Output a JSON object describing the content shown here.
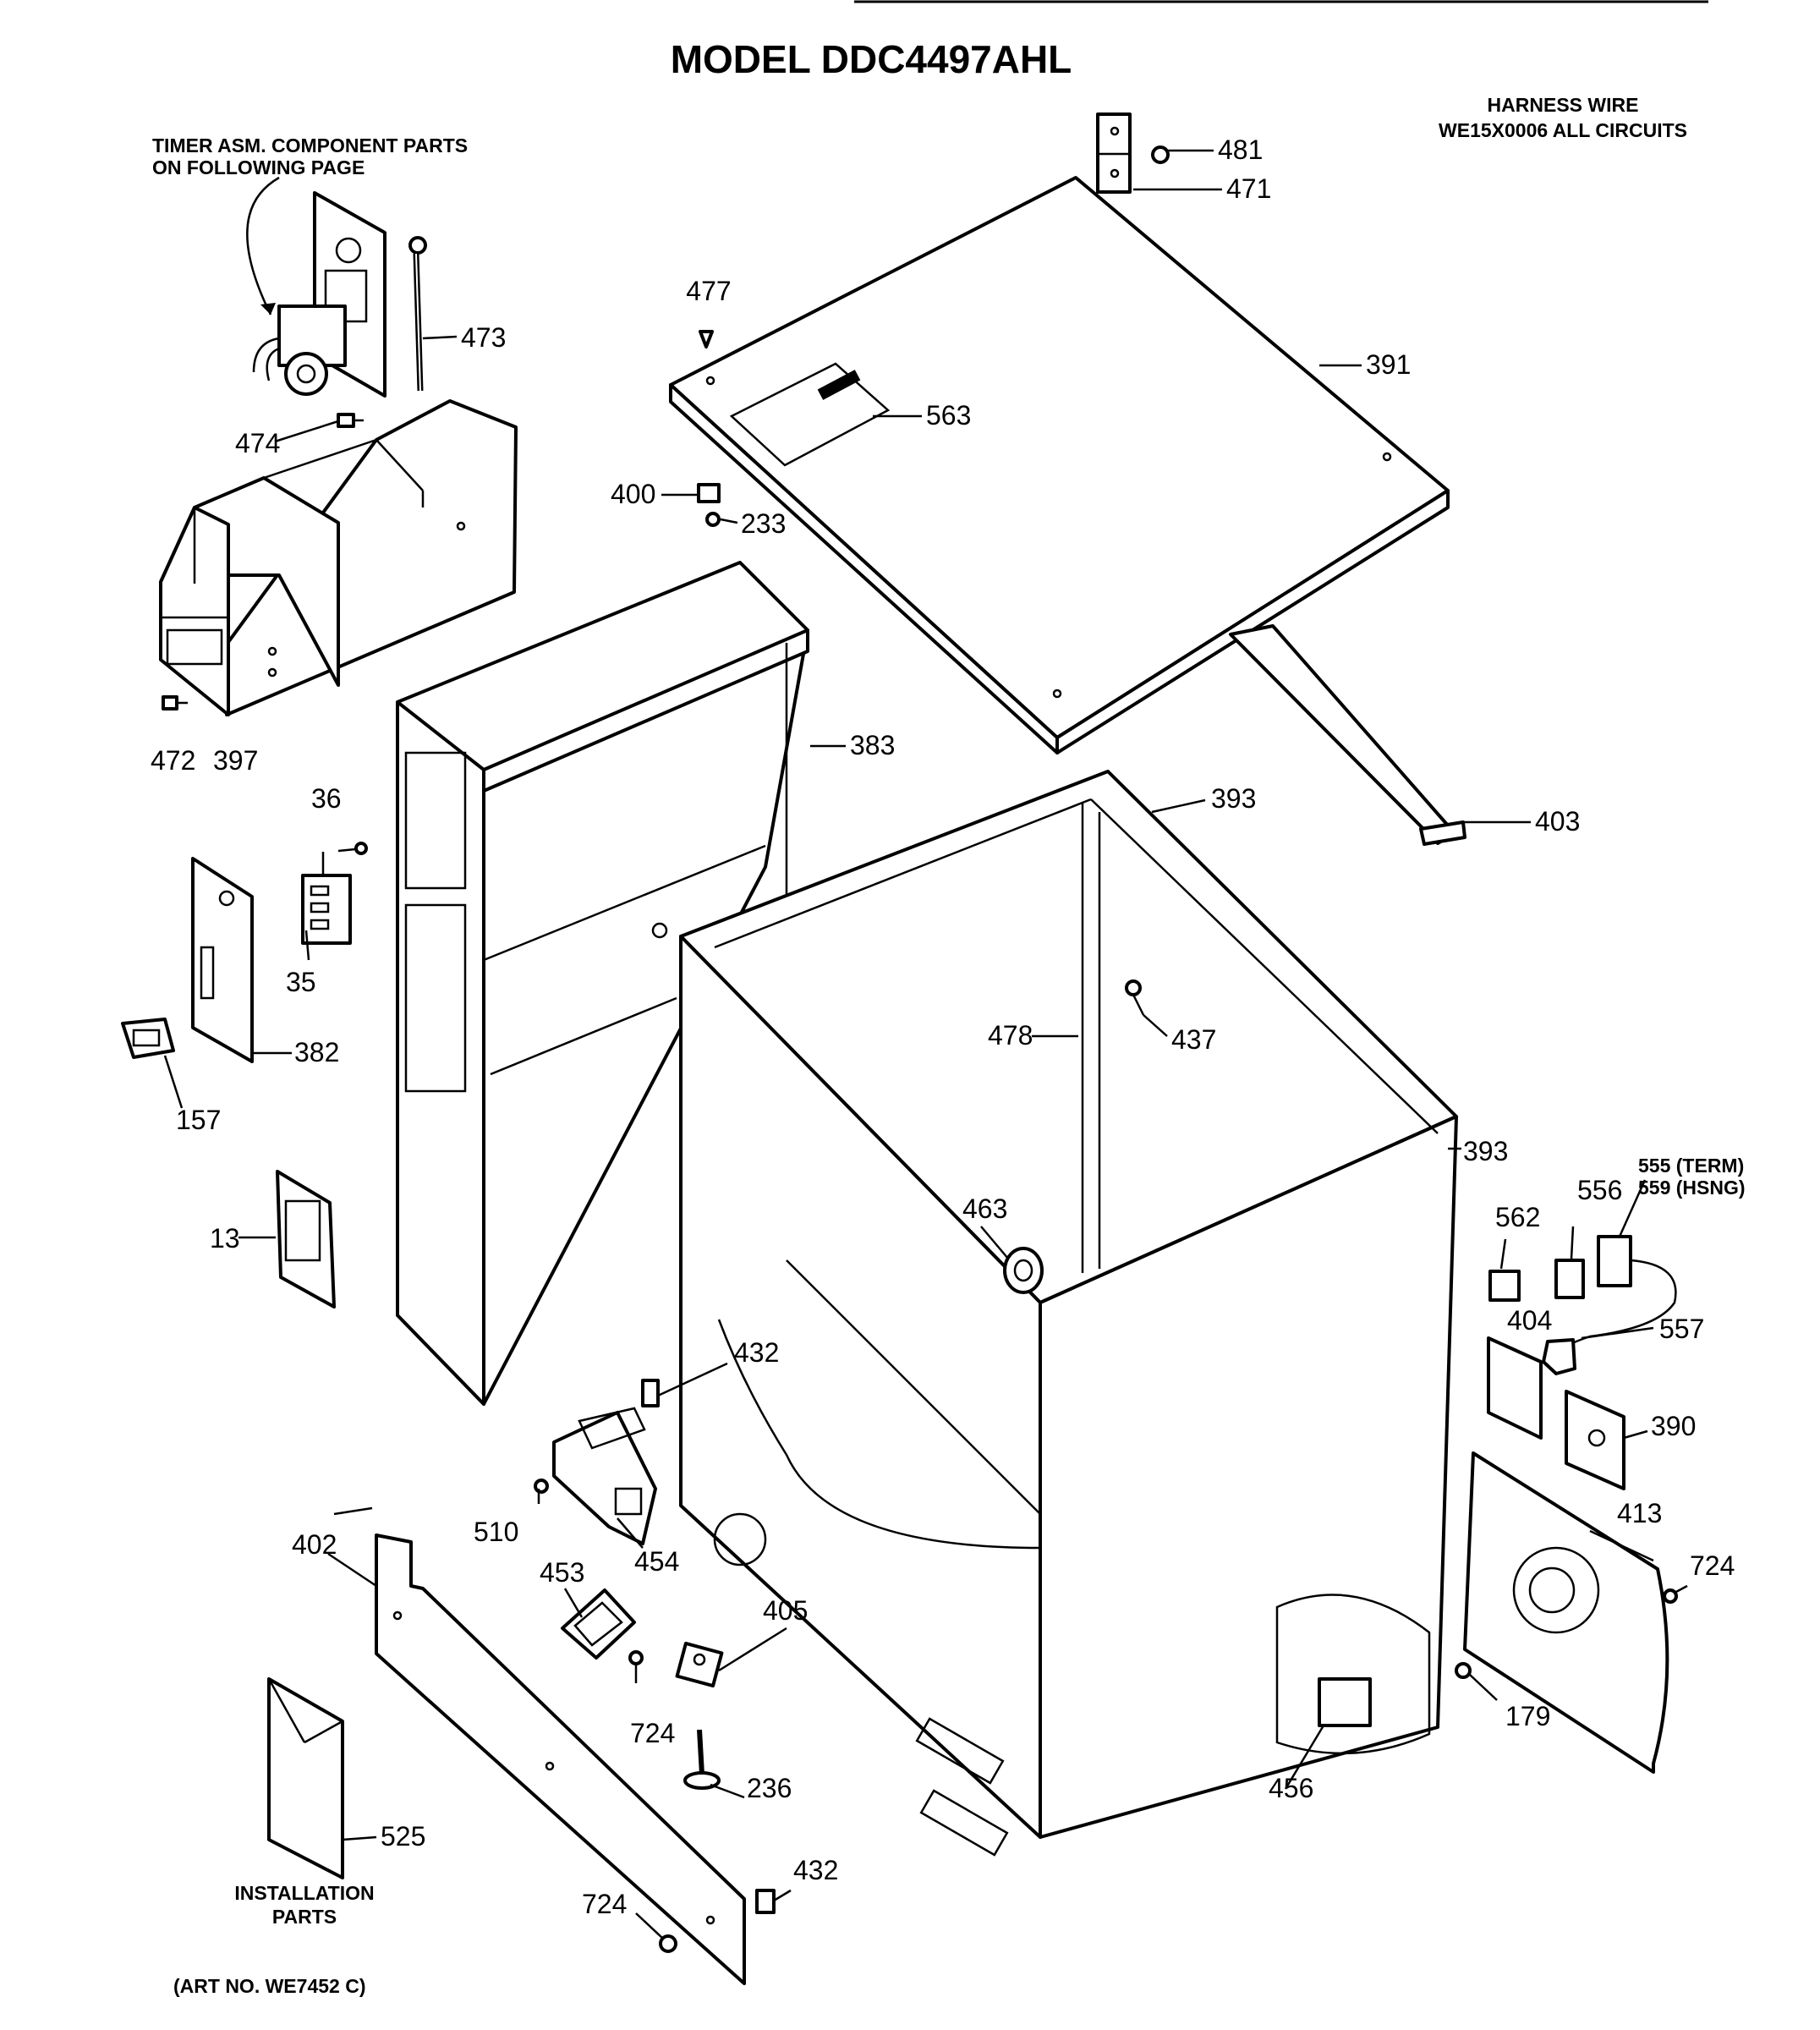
{
  "title": "MODEL DDC4497AHL",
  "notes": {
    "timer": [
      "TIMER ASM. COMPONENT PARTS",
      "ON FOLLOWING PAGE"
    ],
    "harness": [
      "HARNESS WIRE",
      "WE15X0006 ALL CIRCUITS"
    ],
    "installation": [
      "INSTALLATION",
      "PARTS"
    ],
    "art_no": "(ART NO. WE7452 C)"
  },
  "callouts": [
    {
      "id": "c481",
      "label": "481"
    },
    {
      "id": "c471",
      "label": "471"
    },
    {
      "id": "c473",
      "label": "473"
    },
    {
      "id": "c474",
      "label": "474"
    },
    {
      "id": "c477",
      "label": "477"
    },
    {
      "id": "c391",
      "label": "391"
    },
    {
      "id": "c563",
      "label": "563"
    },
    {
      "id": "c400",
      "label": "400"
    },
    {
      "id": "c233",
      "label": "233"
    },
    {
      "id": "c472",
      "label": "472"
    },
    {
      "id": "c397",
      "label": "397"
    },
    {
      "id": "c383",
      "label": "383"
    },
    {
      "id": "c393a",
      "label": "393"
    },
    {
      "id": "c403",
      "label": "403"
    },
    {
      "id": "c36",
      "label": "36"
    },
    {
      "id": "c35",
      "label": "35"
    },
    {
      "id": "c382",
      "label": "382"
    },
    {
      "id": "c157",
      "label": "157"
    },
    {
      "id": "c478",
      "label": "478"
    },
    {
      "id": "c437",
      "label": "437"
    },
    {
      "id": "c393b",
      "label": "393"
    },
    {
      "id": "c13",
      "label": "13"
    },
    {
      "id": "c463",
      "label": "463"
    },
    {
      "id": "c562",
      "label": "562"
    },
    {
      "id": "c556",
      "label": "556"
    },
    {
      "id": "c555",
      "label": "555 (TERM)"
    },
    {
      "id": "c559",
      "label": "559 (HSNG)"
    },
    {
      "id": "c557",
      "label": "557"
    },
    {
      "id": "c404",
      "label": "404"
    },
    {
      "id": "c390",
      "label": "390"
    },
    {
      "id": "c432a",
      "label": "432"
    },
    {
      "id": "c510",
      "label": "510"
    },
    {
      "id": "c454",
      "label": "454"
    },
    {
      "id": "c402",
      "label": "402"
    },
    {
      "id": "c453",
      "label": "453"
    },
    {
      "id": "c405",
      "label": "405"
    },
    {
      "id": "c413",
      "label": "413"
    },
    {
      "id": "c724a",
      "label": "724"
    },
    {
      "id": "c724b",
      "label": "724"
    },
    {
      "id": "c179",
      "label": "179"
    },
    {
      "id": "c236",
      "label": "236"
    },
    {
      "id": "c456",
      "label": "456"
    },
    {
      "id": "c525",
      "label": "525"
    },
    {
      "id": "c432b",
      "label": "432"
    },
    {
      "id": "c724c",
      "label": "724"
    }
  ]
}
